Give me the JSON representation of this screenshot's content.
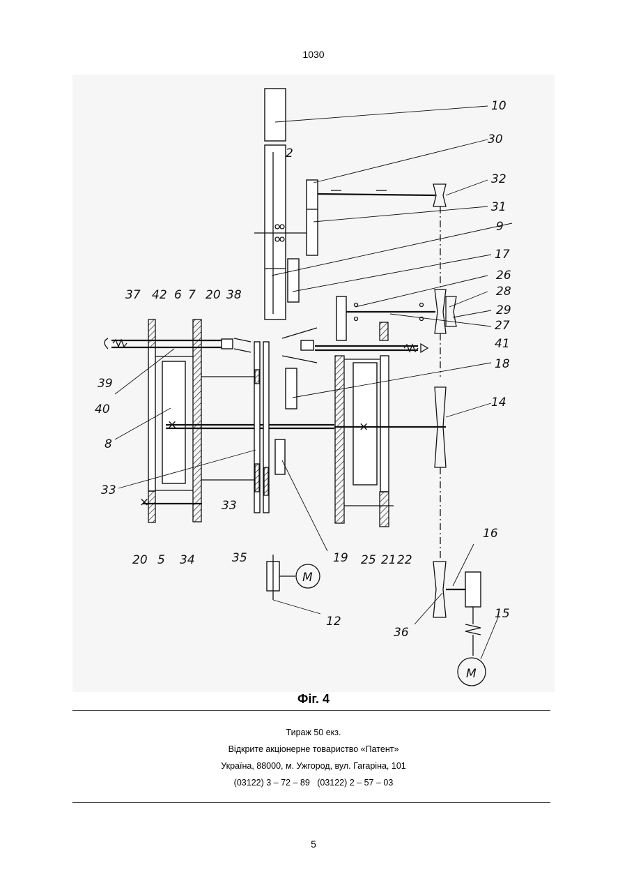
{
  "header": {
    "page_ref": "1030"
  },
  "figure": {
    "caption": "Фіг. 4",
    "labels": {
      "l10": "10",
      "l2": "2",
      "l30": "30",
      "l32": "32",
      "l31": "31",
      "l9": "9",
      "l17": "17",
      "l26": "26",
      "l28": "28",
      "l29": "29",
      "l27": "27",
      "l37": "37",
      "l42": "42",
      "l6": "6",
      "l7": "7",
      "l20a": "20",
      "l38": "38",
      "l41": "41",
      "l39": "39",
      "l40": "40",
      "l18": "18",
      "l8": "8",
      "l14": "14",
      "l33a": "33",
      "l33b": "33",
      "l20b": "20",
      "l5": "5",
      "l34": "34",
      "l35": "35",
      "l19": "19",
      "l25": "25",
      "l21": "21",
      "l22": "22",
      "l16": "16",
      "l12": "12",
      "l36": "36",
      "l15": "15",
      "motor": "M"
    }
  },
  "imprint": {
    "line1": "Тираж 50 екз.",
    "line2": "Відкрите акціонерне товариство «Патент»",
    "line3": "Україна, 88000, м. Ужгород, вул. Гагаріна, 101",
    "line4": "(03122) 3 – 72 – 89   (03122) 2 – 57 – 03"
  },
  "footer": {
    "page_number": "5"
  }
}
